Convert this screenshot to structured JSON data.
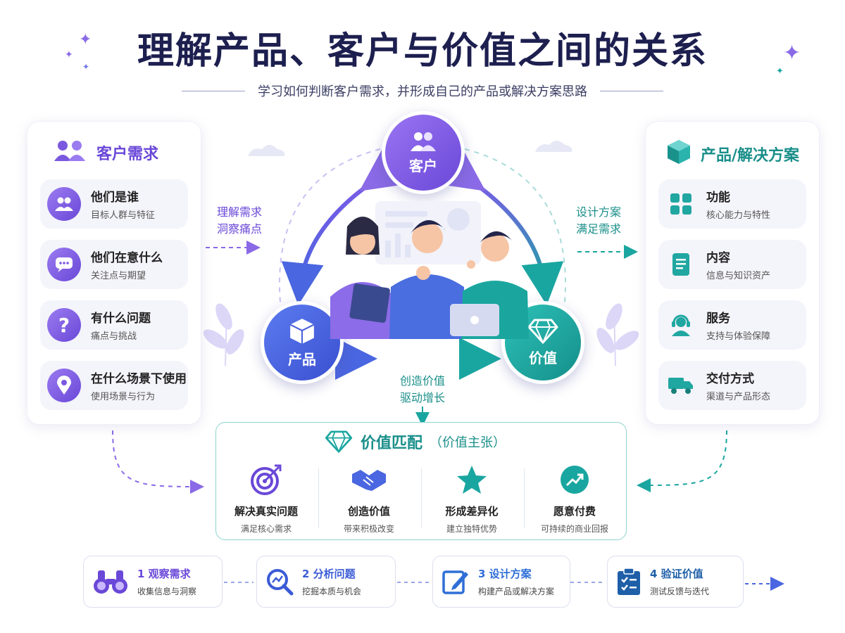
{
  "title": "理解产品、客户与价值之间的关系",
  "subtitle": "学习如何判断客户需求，并形成自己的产品或解决方案思路",
  "left_panel": {
    "title": "客户需求",
    "items": [
      {
        "title": "他们是谁",
        "subtitle": "目标人群与特征",
        "icon": "people-icon"
      },
      {
        "title": "他们在意什么",
        "subtitle": "关注点与期望",
        "icon": "chat-icon"
      },
      {
        "title": "有什么问题",
        "subtitle": "痛点与挑战",
        "icon": "question-icon"
      },
      {
        "title": "在什么场景下使用",
        "subtitle": "使用场景与行为",
        "icon": "location-pin-icon"
      }
    ]
  },
  "right_panel": {
    "title": "产品/解决方案",
    "items": [
      {
        "title": "功能",
        "subtitle": "核心能力与特性",
        "icon": "grid-icon"
      },
      {
        "title": "内容",
        "subtitle": "信息与知识资产",
        "icon": "document-icon"
      },
      {
        "title": "服务",
        "subtitle": "支持与体验保障",
        "icon": "headset-icon"
      },
      {
        "title": "交付方式",
        "subtitle": "渠道与产品形态",
        "icon": "truck-icon"
      }
    ]
  },
  "center": {
    "customer": "客户",
    "product": "产品",
    "value": "价值",
    "left_flow": [
      "理解需求",
      "洞察痛点"
    ],
    "right_flow": [
      "设计方案",
      "满足需求"
    ],
    "bottom_flow": [
      "创造价值",
      "驱动增长"
    ]
  },
  "value_match": {
    "title": "价值匹配",
    "title_note": "（价值主张）",
    "items": [
      {
        "title": "解决真实问题",
        "subtitle": "满足核心需求",
        "icon": "target-icon"
      },
      {
        "title": "创造价值",
        "subtitle": "带来积极改变",
        "icon": "handshake-icon"
      },
      {
        "title": "形成差异化",
        "subtitle": "建立独特优势",
        "icon": "star-icon"
      },
      {
        "title": "愿意付费",
        "subtitle": "可持续的商业回报",
        "icon": "growth-icon"
      }
    ]
  },
  "steps": [
    {
      "num": "1",
      "title": "观察需求",
      "subtitle": "收集信息与洞察",
      "icon": "binoculars-icon",
      "color": "#6a48d8"
    },
    {
      "num": "2",
      "title": "分析问题",
      "subtitle": "挖掘本质与机会",
      "icon": "magnifier-chart-icon",
      "color": "#3b5bd6"
    },
    {
      "num": "3",
      "title": "设计方案",
      "subtitle": "构建产品或解决方案",
      "icon": "edit-icon",
      "color": "#2f6fd6"
    },
    {
      "num": "4",
      "title": "验证价值",
      "subtitle": "测试反馈与迭代",
      "icon": "clipboard-check-icon",
      "color": "#1e5fa8"
    }
  ],
  "colors": {
    "purple": "#6a48d8",
    "blue": "#4a66e0",
    "teal": "#1aa6a0",
    "navy": "#1d1f4f"
  }
}
